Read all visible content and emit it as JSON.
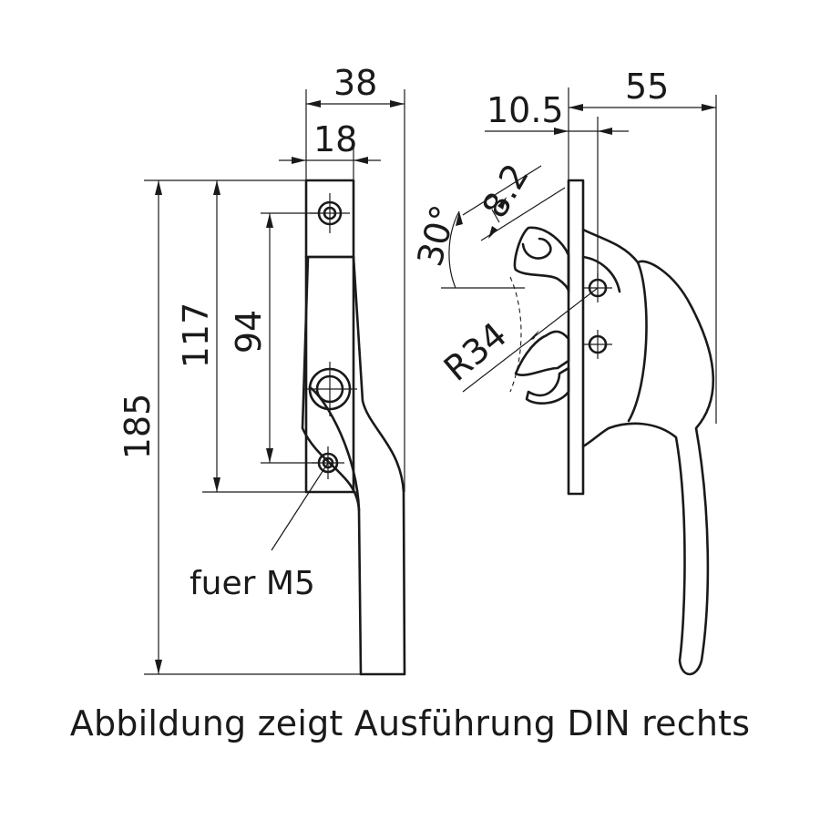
{
  "dimensions": {
    "front_width_total": "38",
    "front_plate_width": "18",
    "height_total": "185",
    "hole_span_outer": "117",
    "hole_span_inner": "94",
    "side_offset": "10.5",
    "side_depth": "55",
    "slot_width": "8.2",
    "angle": "30°",
    "radius": "R34"
  },
  "annotation": {
    "screw_note": "fuer M5"
  },
  "caption": "Abbildung zeigt Ausführung DIN rechts"
}
